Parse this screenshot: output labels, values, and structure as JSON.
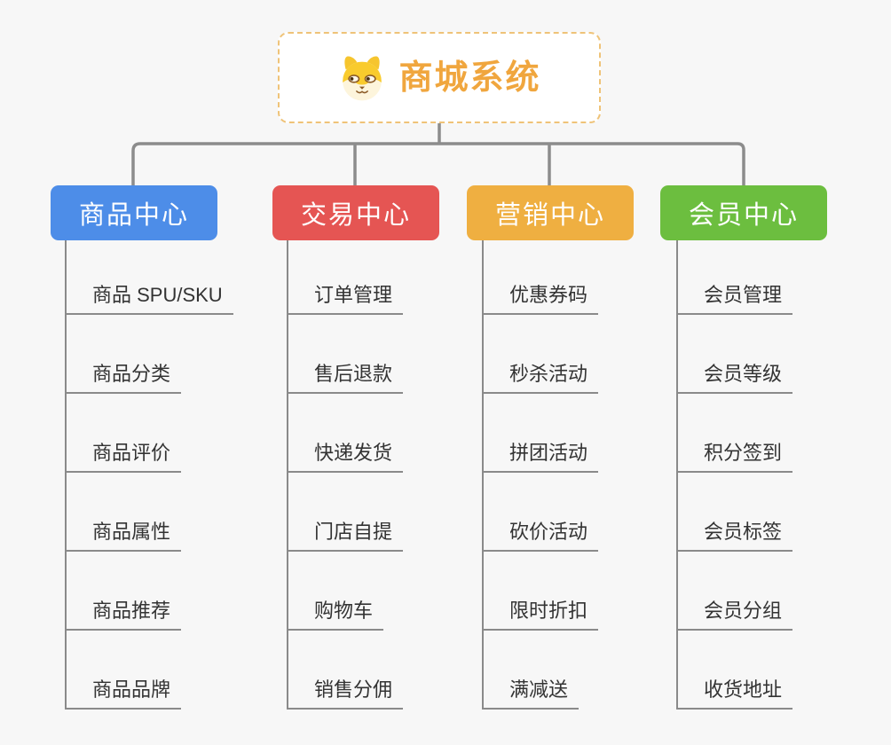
{
  "canvas": {
    "background": "#F7F7F7"
  },
  "root": {
    "title": "商城系统",
    "icon": "dog-icon",
    "text_color": "#F0A63E",
    "border_color": "#EFC378",
    "background": "#FFFFFF"
  },
  "connectors": {
    "color": "#8C8C8C",
    "underline_color": "#8A8A8A"
  },
  "branches": [
    {
      "label": "商品中心",
      "color": "#4D8DE8",
      "children": [
        "商品 SPU/SKU",
        "商品分类",
        "商品评价",
        "商品属性",
        "商品推荐",
        "商品品牌"
      ]
    },
    {
      "label": "交易中心",
      "color": "#E55553",
      "children": [
        "订单管理",
        "售后退款",
        "快递发货",
        "门店自提",
        "购物车",
        "销售分佣"
      ]
    },
    {
      "label": "营销中心",
      "color": "#EFAF41",
      "children": [
        "优惠券码",
        "秒杀活动",
        "拼团活动",
        "砍价活动",
        "限时折扣",
        "满减送"
      ]
    },
    {
      "label": "会员中心",
      "color": "#6CBE3F",
      "children": [
        "会员管理",
        "会员等级",
        "积分签到",
        "会员标签",
        "会员分组",
        "收货地址"
      ]
    }
  ]
}
